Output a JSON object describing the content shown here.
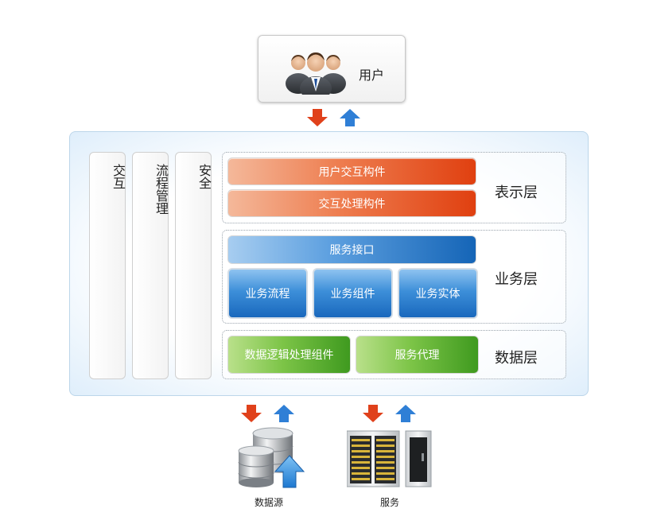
{
  "user": {
    "label": "用户"
  },
  "side_columns": [
    {
      "label": "交互"
    },
    {
      "label": "流程管理"
    },
    {
      "label": "安全"
    }
  ],
  "presentation_layer": {
    "label": "表示层",
    "components": [
      "用户交互构件",
      "交互处理构件"
    ]
  },
  "business_layer": {
    "label": "业务层",
    "interface": "服务接口",
    "components": [
      "业务流程",
      "业务组件",
      "业务实体"
    ]
  },
  "data_layer": {
    "label": "数据层",
    "components": [
      "数据逻辑处理组件",
      "服务代理"
    ]
  },
  "bottom": {
    "datasource_label": "数据源",
    "service_label": "服务"
  },
  "colors": {
    "down_arrow": "#e0411b",
    "up_arrow": "#2f7fd6"
  }
}
